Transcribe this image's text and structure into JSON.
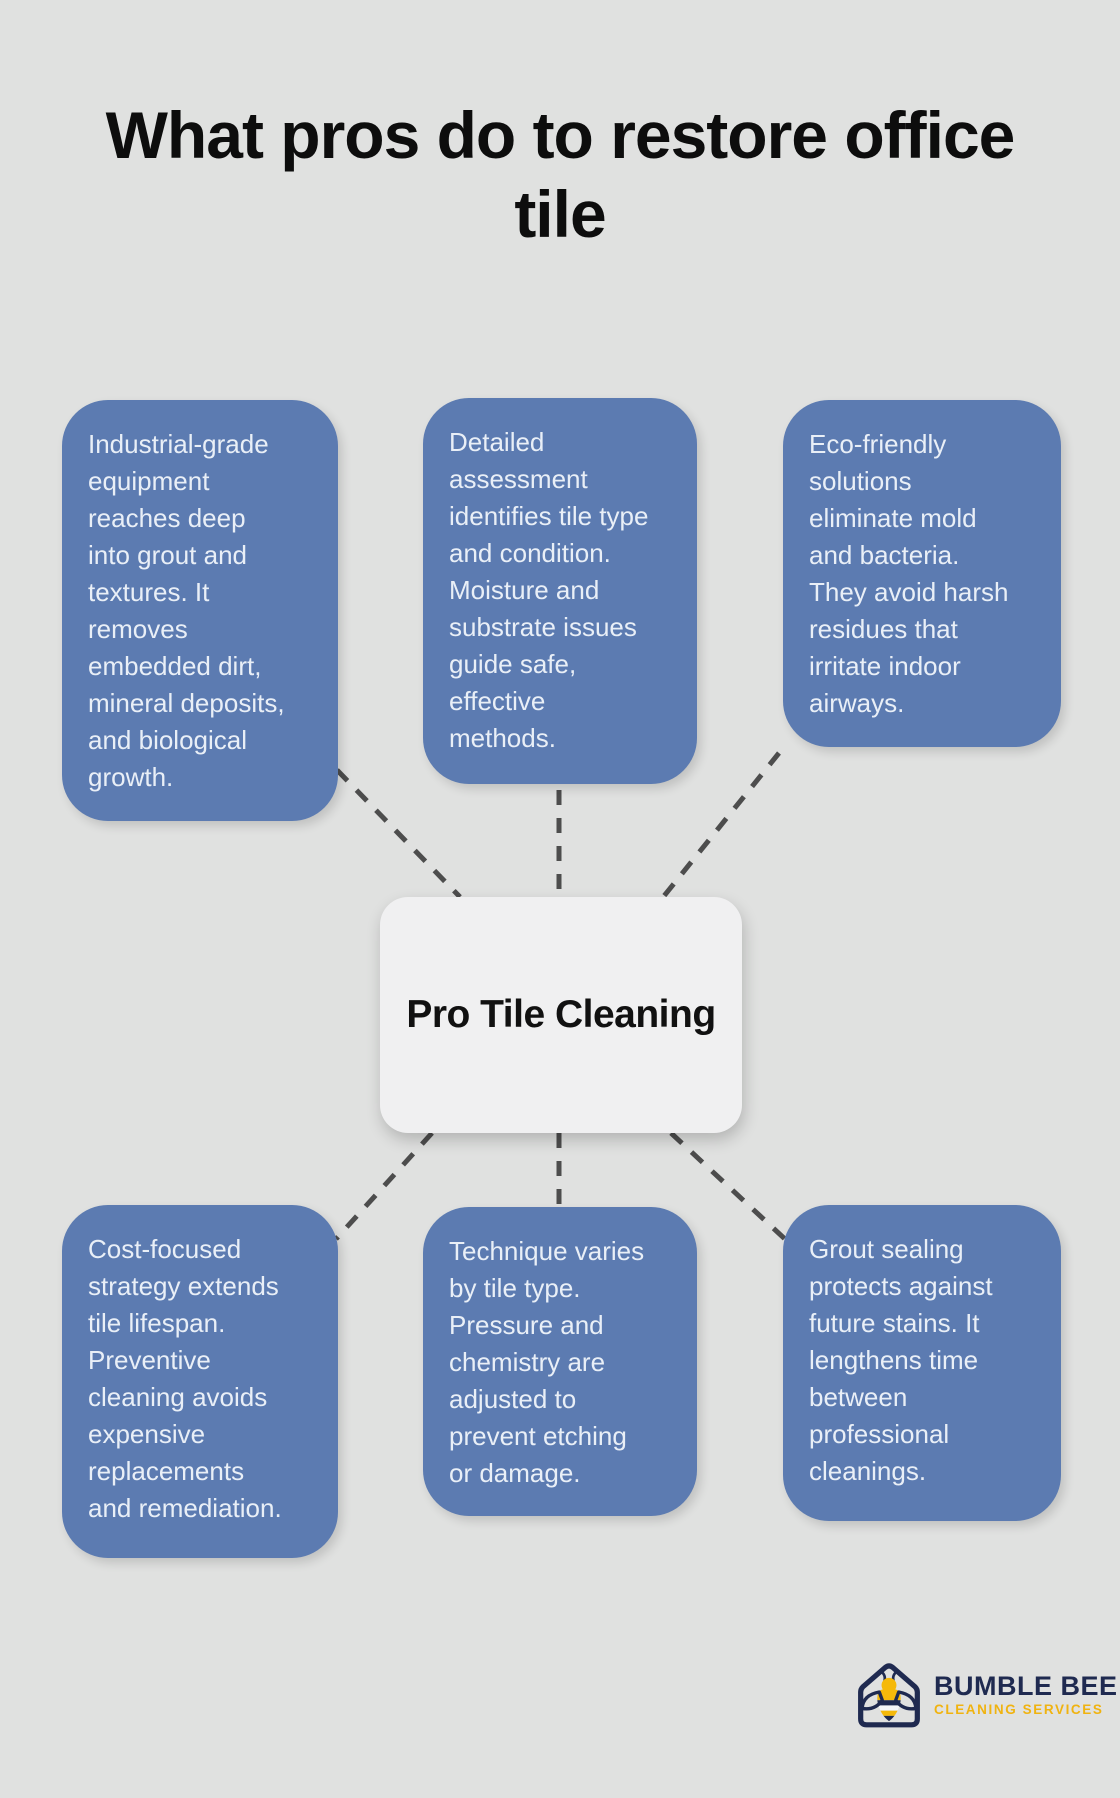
{
  "page": {
    "title": "What pros do to restore office tile",
    "background": "#e0e1e0"
  },
  "center": {
    "label": "Pro Tile Cleaning",
    "bg": "#f0f0f1",
    "text_color": "#111111"
  },
  "boxes": [
    {
      "position": "top-left",
      "text": "Industrial-grade\nequipment\nreaches deep\ninto grout and\ntextures. It\nremoves\nembedded dirt,\nmineral deposits,\nand biological\ngrowth."
    },
    {
      "position": "top-middle",
      "text": "Detailed\nassessment\nidentifies tile type\nand condition.\nMoisture and\nsubstrate issues\nguide safe,\neffective\nmethods."
    },
    {
      "position": "top-right",
      "text": "Eco-friendly\nsolutions\neliminate mold\nand bacteria.\nThey avoid harsh\nresidues that\nirritate indoor\nairways."
    },
    {
      "position": "bottom-left",
      "text": "Cost-focused\nstrategy extends\ntile lifespan.\nPreventive\ncleaning avoids\nexpensive\nreplacements\nand remediation."
    },
    {
      "position": "bottom-middle",
      "text": "Technique varies\nby tile type.\nPressure and\nchemistry are\nadjusted to\nprevent etching\nor damage."
    },
    {
      "position": "bottom-right",
      "text": "Grout sealing\nprotects against\nfuture stains. It\nlengthens time\nbetween\nprofessional\ncleanings."
    }
  ],
  "colors": {
    "node_blue": "#5c7bb1",
    "node_text": "#e9eff7",
    "connector_gray": "#4d4d4d",
    "logo_navy": "#1f2a50",
    "logo_yellow": "#f5b90a"
  },
  "logo": {
    "icon": "bee-house-icon",
    "name": "BUMBLE BEE",
    "tagline": "CLEANING SERVICES"
  }
}
